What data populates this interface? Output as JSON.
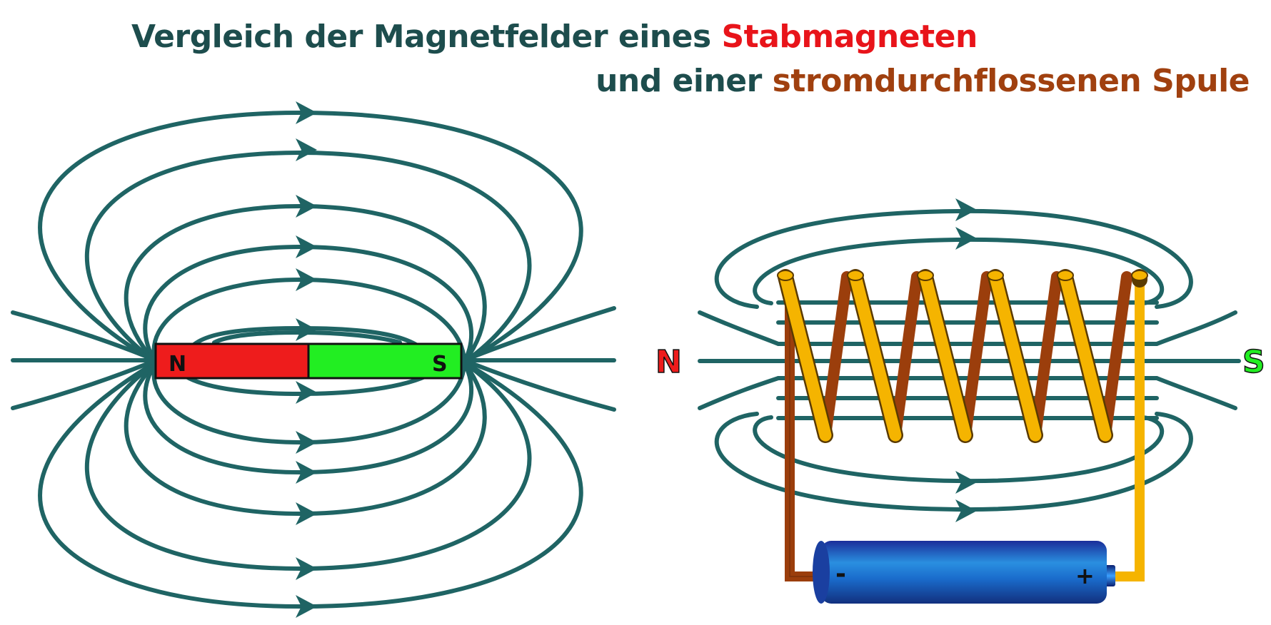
{
  "title": {
    "line1_prefix": "Vergleich der Magnetfelder eines ",
    "line1_highlight": "Stabmagneten",
    "line2_prefix": "und einer ",
    "line2_highlight": "stromdurchflossenen Spule"
  },
  "bar_magnet": {
    "north_label": "N",
    "south_label": "S"
  },
  "coil": {
    "north_label": "N",
    "south_label": "S"
  },
  "battery": {
    "minus_label": "-",
    "plus_label": "+"
  },
  "colors": {
    "field_line": "#1f6464",
    "title_text": "#1d4d4d",
    "highlight_magnet": "#e8141a",
    "highlight_coil": "#a0400f",
    "magnet_north": "#ee1c1c",
    "magnet_south": "#22ee22",
    "wire_front": "#f5b400",
    "wire_back": "#9b3e0c",
    "battery_blue": "#1560b8"
  },
  "icons": [
    "arrow-icon"
  ]
}
